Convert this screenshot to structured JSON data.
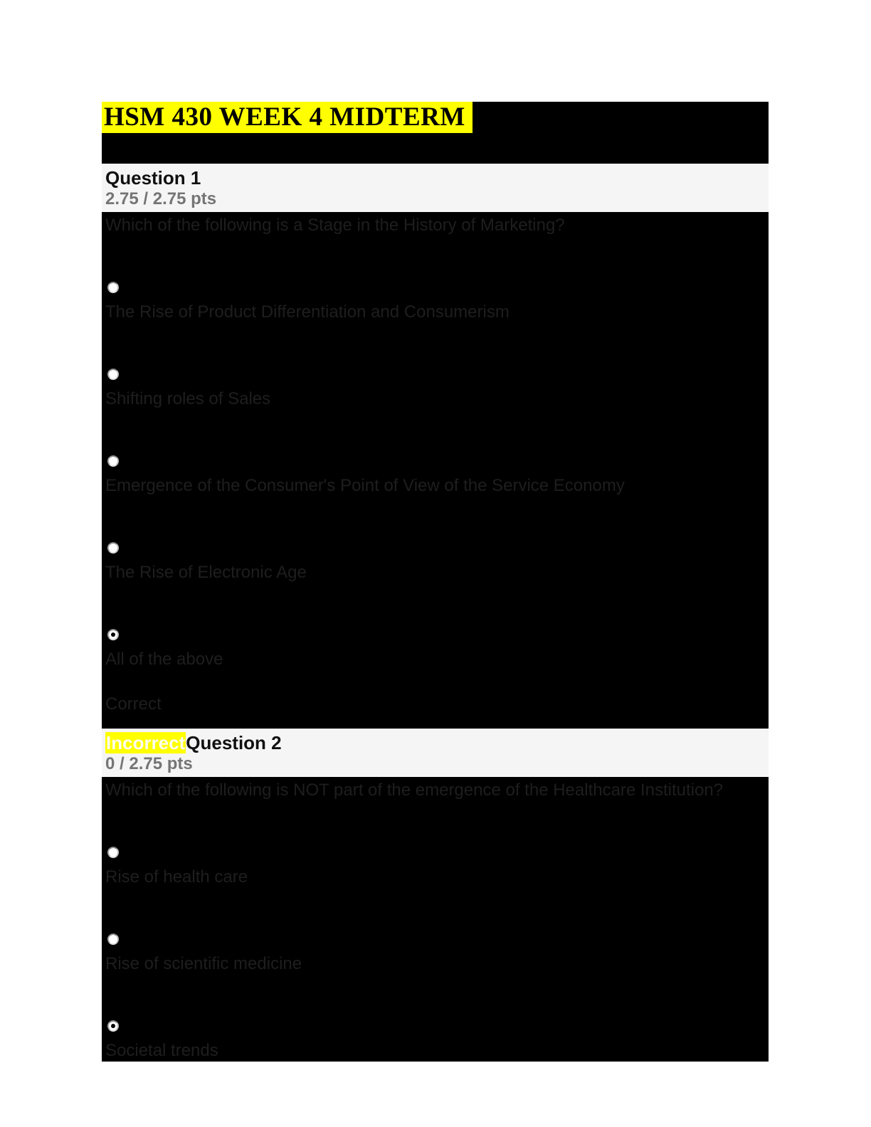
{
  "header": {
    "title": "HSM 430 WEEK 4 MIDTERM"
  },
  "colors": {
    "highlight": "#ffff00",
    "panel": "#000000",
    "band": "#f5f5f5",
    "faint_text": "#1e1e1e",
    "points_text": "#757575"
  },
  "questions": [
    {
      "title": "Question 1",
      "points": "2.75 / 2.75 pts",
      "text": "Which of the following is a Stage in the History of Marketing?",
      "options": [
        {
          "label": "The Rise of Product Differentiation and Consumerism",
          "selected": false
        },
        {
          "label": "Shifting roles of Sales",
          "selected": false
        },
        {
          "label": "Emergence of the Consumer's Point of View of the Service Economy",
          "selected": false
        },
        {
          "label": "The Rise of Electronic Age",
          "selected": false
        },
        {
          "label": "All of the above",
          "selected": true
        }
      ],
      "result": "Correct"
    },
    {
      "badge": "Incorrect",
      "title": "Question 2",
      "points": "0 / 2.75 pts",
      "text": "Which of the following is NOT part of the emergence of the Healthcare Institution?",
      "options": [
        {
          "label": "Rise of health care",
          "selected": false
        },
        {
          "label": "Rise of scientific medicine",
          "selected": false
        },
        {
          "label": "Societal trends",
          "selected": true
        }
      ]
    }
  ]
}
